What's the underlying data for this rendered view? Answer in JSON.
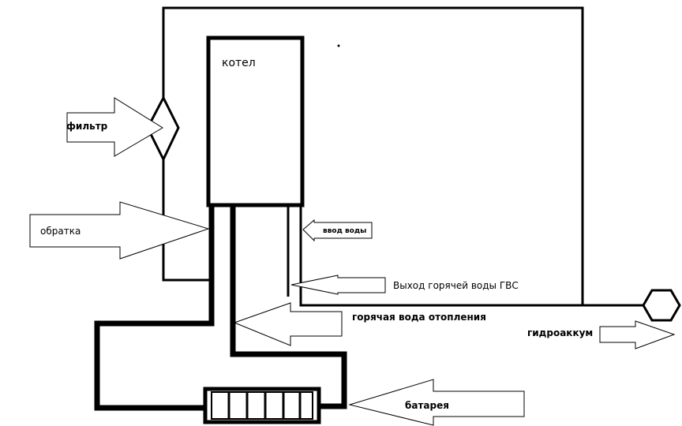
{
  "labels": {
    "boiler": "котел",
    "filter": "фильтр",
    "return_line": "обратка",
    "water_inlet": "ввод воды",
    "hot_water_outlet": "Выход горячей воды ГВС",
    "heating_hot_water": "горячая вода отопления",
    "hydro_accumulator": "гидроаккум",
    "radiator": "батарея"
  }
}
